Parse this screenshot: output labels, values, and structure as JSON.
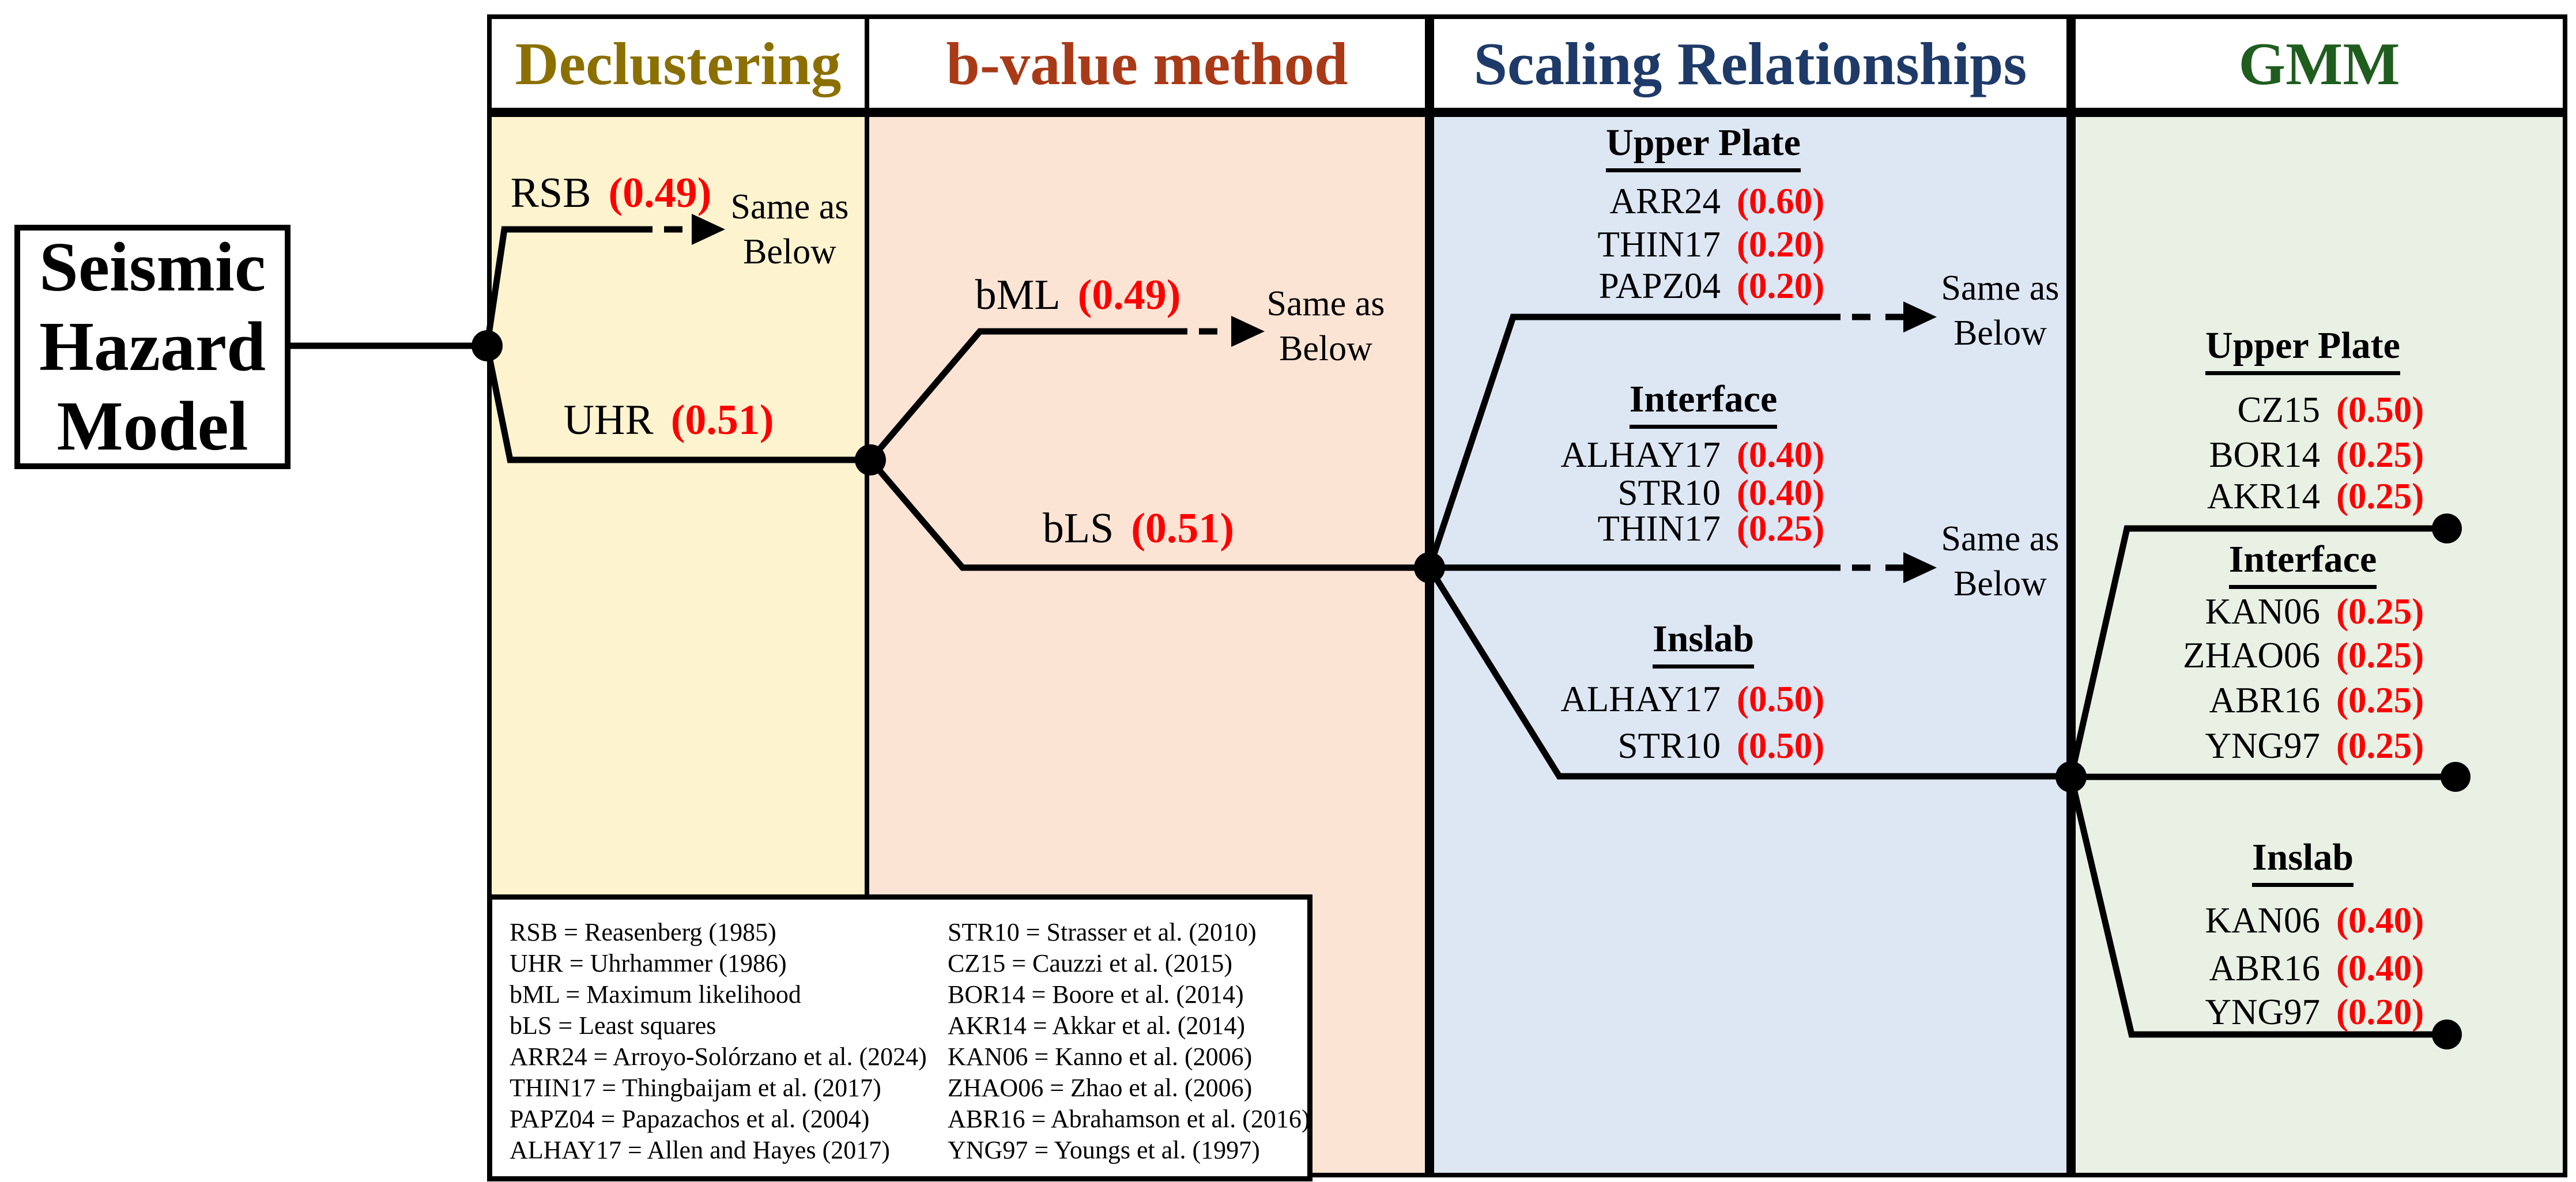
{
  "title_box": {
    "text": "Seismic\nHazard\nModel"
  },
  "labels": {
    "same_as_below": "Same as\nBelow"
  },
  "columns": [
    {
      "id": "declustering",
      "label": "Declustering",
      "title_color": "#8B7000",
      "band_color": "#FDF3CF"
    },
    {
      "id": "bvalue",
      "label": "b-value method",
      "title_color": "#A93A17",
      "band_color": "#FCE4D4"
    },
    {
      "id": "scaling",
      "label": "Scaling Relationships",
      "title_color": "#1E3A68",
      "band_color": "#DDE7F4"
    },
    {
      "id": "gmm",
      "label": "GMM",
      "title_color": "#1F5D1F",
      "band_color": "#E9F1E5"
    }
  ],
  "declustering": {
    "branches": [
      {
        "code": "RSB",
        "weight": "(0.49)"
      },
      {
        "code": "UHR",
        "weight": "(0.51)"
      }
    ]
  },
  "bvalue": {
    "branches": [
      {
        "code": "bML",
        "weight": "(0.49)"
      },
      {
        "code": "bLS",
        "weight": "(0.51)"
      }
    ]
  },
  "scaling": {
    "sections": [
      {
        "title": "Upper Plate",
        "items": [
          {
            "code": "ARR24",
            "weight": "(0.60)"
          },
          {
            "code": "THIN17",
            "weight": "(0.20)"
          },
          {
            "code": "PAPZ04",
            "weight": "(0.20)"
          }
        ]
      },
      {
        "title": "Interface",
        "items": [
          {
            "code": "ALHAY17",
            "weight": "(0.40)"
          },
          {
            "code": "STR10",
            "weight": "(0.40)"
          },
          {
            "code": "THIN17",
            "weight": "(0.25)"
          }
        ]
      },
      {
        "title": "Inslab",
        "items": [
          {
            "code": "ALHAY17",
            "weight": "(0.50)"
          },
          {
            "code": "STR10",
            "weight": "(0.50)"
          }
        ]
      }
    ]
  },
  "gmm": {
    "sections": [
      {
        "title": "Upper Plate",
        "items": [
          {
            "code": "CZ15",
            "weight": "(0.50)"
          },
          {
            "code": "BOR14",
            "weight": "(0.25)"
          },
          {
            "code": "AKR14",
            "weight": "(0.25)"
          }
        ]
      },
      {
        "title": "Interface",
        "items": [
          {
            "code": "KAN06",
            "weight": "(0.25)"
          },
          {
            "code": "ZHAO06",
            "weight": "(0.25)"
          },
          {
            "code": "ABR16",
            "weight": "(0.25)"
          },
          {
            "code": "YNG97",
            "weight": "(0.25)"
          }
        ]
      },
      {
        "title": "Inslab",
        "items": [
          {
            "code": "KAN06",
            "weight": "(0.40)"
          },
          {
            "code": "ABR16",
            "weight": "(0.40)"
          },
          {
            "code": "YNG97",
            "weight": "(0.20)"
          }
        ]
      }
    ]
  },
  "legend": {
    "left": [
      "RSB = Reasenberg (1985)",
      "UHR = Uhrhammer (1986)",
      "bML = Maximum likelihood",
      "bLS = Least squares",
      "ARR24 = Arroyo-Solórzano et al. (2024)",
      "THIN17 = Thingbaijam et al. (2017)",
      "PAPZ04 = Papazachos et al. (2004)",
      "ALHAY17 = Allen and Hayes (2017)"
    ],
    "right": [
      "STR10 = Strasser et al. (2010)",
      "CZ15 = Cauzzi et al. (2015)",
      "BOR14 = Boore et al. (2014)",
      "AKR14 = Akkar et al. (2014)",
      "KAN06 = Kanno et al. (2006)",
      "ZHAO06 = Zhao et al. (2006)",
      "ABR16 = Abrahamson et al. (2016)",
      "YNG97 = Youngs et al. (1997)"
    ]
  },
  "colors": {
    "weight_red": "#FF0000",
    "line_black": "#000000"
  }
}
